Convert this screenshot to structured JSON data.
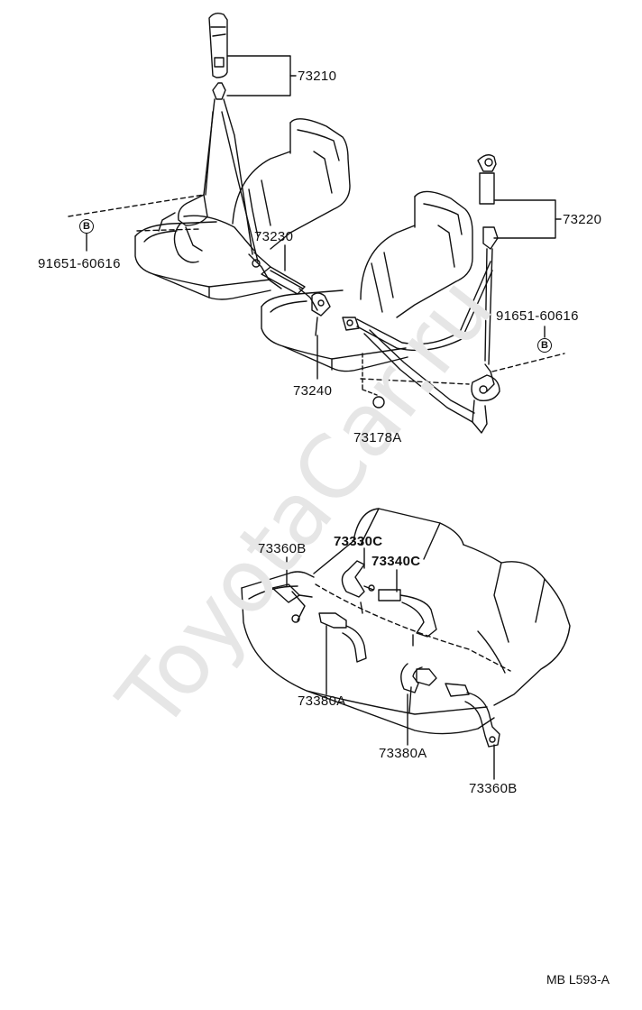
{
  "watermark": "ToyotaCar.ru",
  "drawing_code": "MB L593-A",
  "ref_marker": "B",
  "front_labels": {
    "retractor_upper_left": "73210",
    "retractor_upper_right": "73220",
    "buckle_center": "73230",
    "buckle_lower": "73240",
    "cap": "73178A",
    "bolt_left": "91651-60616",
    "bolt_right": "91651-60616"
  },
  "rear_labels": {
    "belt_left": "73360B",
    "buckle_c": "73330C",
    "buckle_c2": "73340C",
    "center_left": "73380A",
    "center_right": "73380A",
    "belt_right": "73360B"
  }
}
